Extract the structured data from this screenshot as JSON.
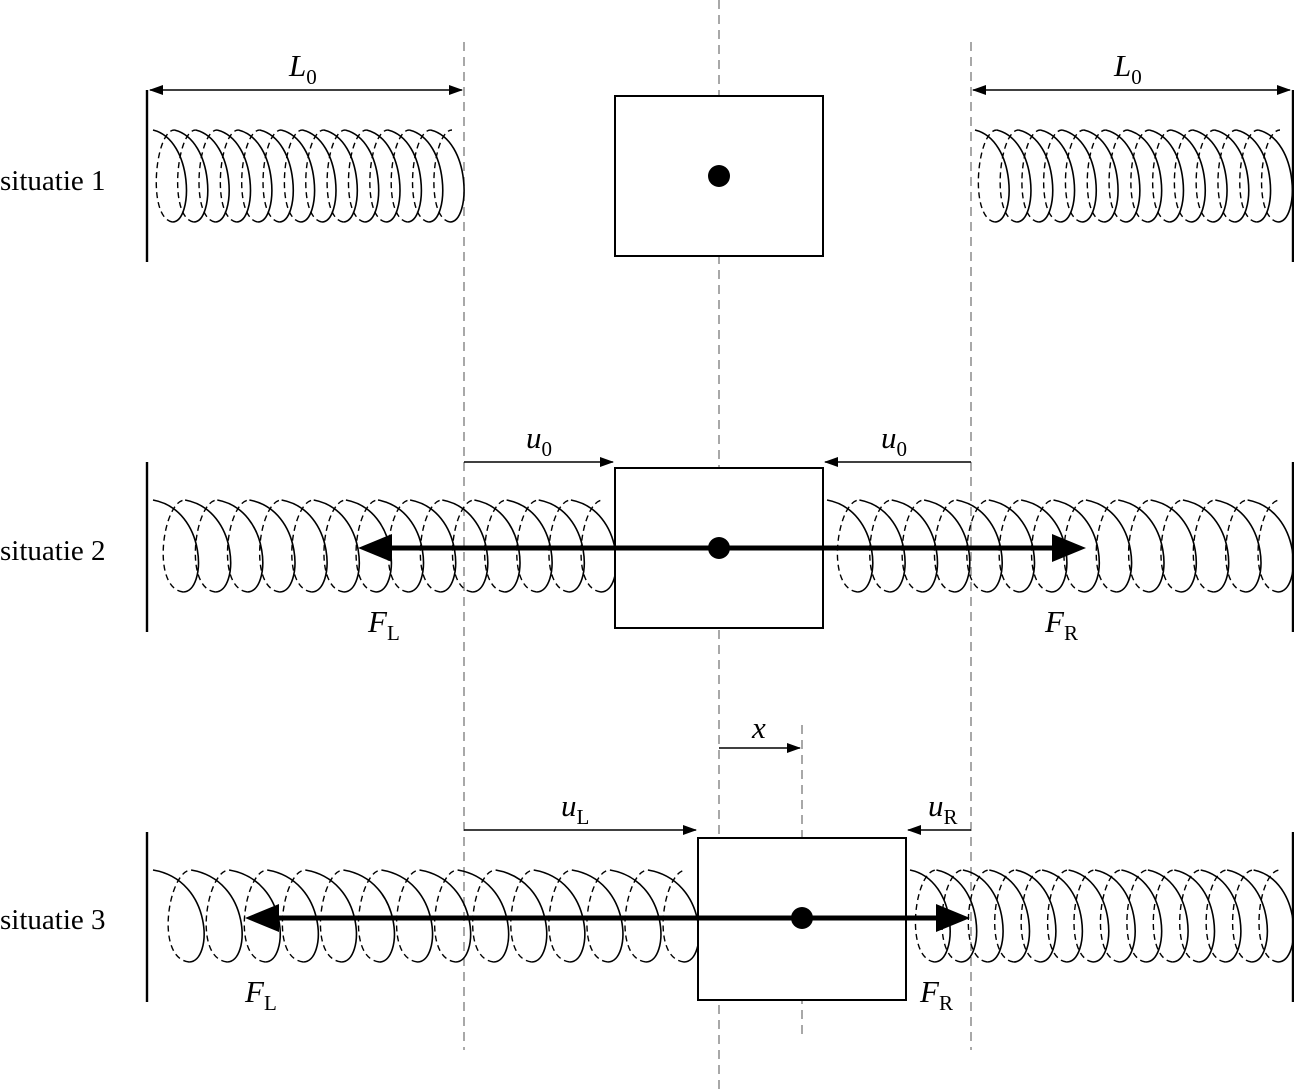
{
  "rows": [
    {
      "label": "situatie 1"
    },
    {
      "label": "situatie 2"
    },
    {
      "label": "situatie 3"
    }
  ],
  "symbols": {
    "L0": {
      "main": "L",
      "sub": "0"
    },
    "u0": {
      "main": "u",
      "sub": "0"
    },
    "uL": {
      "main": "u",
      "sub": "L"
    },
    "uR": {
      "main": "u",
      "sub": "R"
    },
    "FL": {
      "main": "F",
      "sub": "L"
    },
    "FR": {
      "main": "F",
      "sub": "R"
    },
    "x": {
      "main": "x"
    }
  }
}
